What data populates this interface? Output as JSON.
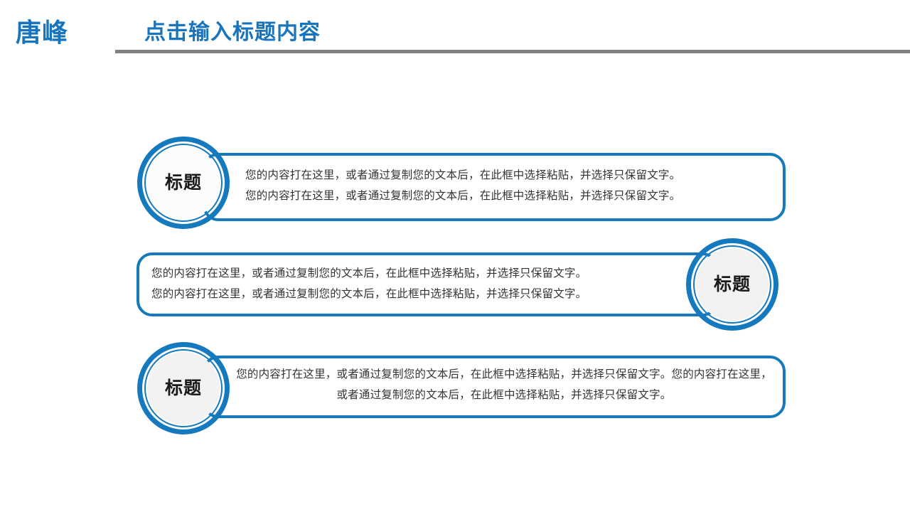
{
  "header": {
    "logo": "唐峰",
    "title": "点击输入标题内容",
    "accent_color": "#1874BC",
    "rule_color": "#808080"
  },
  "theme": {
    "accent_blue": "#1579BE",
    "badge_fill": "#f2f2f2",
    "body_text": "#333333",
    "background": "#ffffff"
  },
  "blocks": [
    {
      "badge_label": "标题",
      "badge_side": "left",
      "text_align": "left",
      "lines": [
        "您的内容打在这里，或者通过复制您的文本后，在此框中选择粘贴，并选择只保留文字。",
        "您的内容打在这里，或者通过复制您的文本后，在此框中选择粘贴，并选择只保留文字。"
      ]
    },
    {
      "badge_label": "标题",
      "badge_side": "right",
      "text_align": "left",
      "lines": [
        "您的内容打在这里，或者通过复制您的文本后，在此框中选择粘贴，并选择只保留文字。",
        "您的内容打在这里，或者通过复制您的文本后，在此框中选择粘贴，并选择只保留文字。"
      ]
    },
    {
      "badge_label": "标题",
      "badge_side": "left",
      "text_align": "center",
      "lines": [
        "您的内容打在这里，或者通过复制您的文本后，在此框中选择粘贴，并选择只保留文字。您的内容打在这里，或者通过复制您的文本后，在此框中选择粘贴，并选择只保留文字。"
      ]
    }
  ]
}
